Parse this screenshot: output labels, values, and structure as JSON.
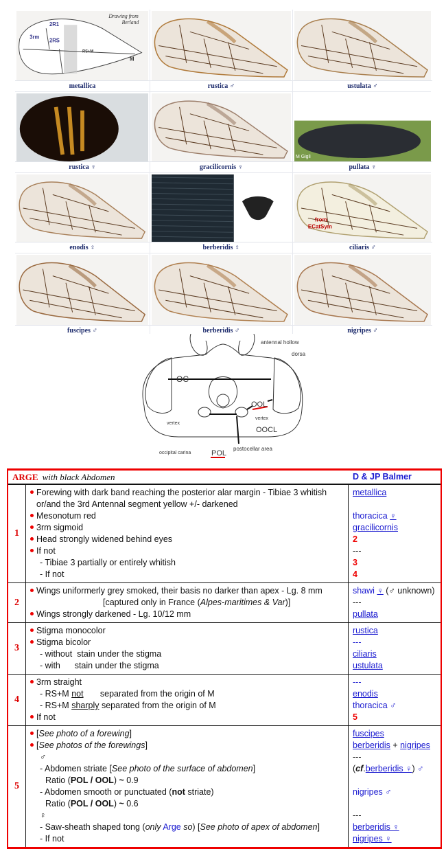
{
  "gallery": [
    {
      "caption": "metallica",
      "kind": "drawing",
      "labels": [
        "Drawing from",
        "Berland",
        "2R1",
        "3rm",
        "2RS",
        "RS+M",
        "M"
      ]
    },
    {
      "caption": "rustica ♂",
      "kind": "wing",
      "color": "#b07a3a"
    },
    {
      "caption": "ustulata ♂",
      "kind": "wing",
      "color": "#a87e4c"
    },
    {
      "caption": "rustica ♀",
      "kind": "abdomen"
    },
    {
      "caption": "gracilicornis ♀",
      "kind": "wing",
      "color": "#9c7e6a"
    },
    {
      "caption": "pullata ♀",
      "kind": "insect",
      "labels": [
        "M Gigli"
      ]
    },
    {
      "caption": "enodis ♀",
      "kind": "wing",
      "color": "#a8805a"
    },
    {
      "caption": "berberidis ♀",
      "kind": "abdomen2"
    },
    {
      "caption": "ciliaris ♂",
      "kind": "wing-pale",
      "labels": [
        "from",
        "ECatSym"
      ]
    },
    {
      "caption": "fuscipes ♂",
      "kind": "wing",
      "color": "#9a6a40"
    },
    {
      "caption": "berberidis ♂",
      "kind": "wing",
      "color": "#b08050"
    },
    {
      "caption": "nigripes ♂",
      "kind": "wing",
      "color": "#a87850"
    }
  ],
  "head_diagram": {
    "labels": [
      "antennal hollow",
      "dorsa",
      "OC",
      "OOL",
      "vertex",
      "vertex",
      "OOCL",
      "occipital carina",
      "postocellar area",
      "POL"
    ]
  },
  "table": {
    "title_genus": "ARGE",
    "title_rest": "with black Abdomen",
    "author": "D & JP Balmer",
    "rows": [
      {
        "num": "1",
        "desc": [
          {
            "b": 1,
            "s": [
              [
                "Forewing with dark band reaching the posterior alar margin - Tibiae 3 whitish",
                ""
              ]
            ]
          },
          {
            "p": 1,
            "s": [
              [
                "or/and the 3rd Antennal segment yellow +/- darkened",
                ""
              ]
            ]
          },
          {
            "b": 1,
            "s": [
              [
                "Mesonotum red",
                ""
              ]
            ]
          },
          {
            "b": 1,
            "s": [
              [
                "3rm sigmoid",
                ""
              ]
            ]
          },
          {
            "b": 1,
            "s": [
              [
                "Head strongly widened behind eyes",
                ""
              ]
            ]
          },
          {
            "b": 1,
            "s": [
              [
                "If not",
                ""
              ]
            ]
          },
          {
            "p": 2,
            "s": [
              [
                "- Tibiae 3 partially or entirely whitish",
                ""
              ]
            ]
          },
          {
            "p": 2,
            "s": [
              [
                "- If not",
                ""
              ]
            ]
          }
        ],
        "res": [
          [
            [
              "metallica",
              "link"
            ]
          ],
          [],
          [
            [
              "thoracica ",
              "blue"
            ],
            [
              "♀",
              "link"
            ]
          ],
          [
            [
              "gracilicornis",
              "link"
            ]
          ],
          [
            [
              "2",
              "rn"
            ]
          ],
          [
            [
              "---",
              ""
            ]
          ],
          [
            [
              "3",
              "rn"
            ]
          ],
          [
            [
              "4",
              "rn"
            ]
          ]
        ]
      },
      {
        "num": "2",
        "desc": [
          {
            "b": 1,
            "s": [
              [
                "Wings uniformerly grey smoked, their basis no darker than apex - Lg. 8 mm",
                ""
              ]
            ]
          },
          {
            "p": 3,
            "s": [
              [
                "[",
                ""
              ],
              [
                "captured only in France",
                ""
              ],
              [
                " (",
                ""
              ],
              [
                "Alpes-maritimes & Var",
                "i"
              ],
              [
                ")]",
                ""
              ]
            ]
          },
          {
            "b": 1,
            "s": [
              [
                "Wings strongly darkened - Lg. 10/12 mm",
                ""
              ]
            ]
          }
        ],
        "res": [
          [
            [
              "shawi ",
              "blue"
            ],
            [
              "♀",
              "link"
            ],
            [
              " (♂ unknown)",
              ""
            ]
          ],
          [
            [
              "---",
              ""
            ]
          ],
          [
            [
              "pullata",
              "link"
            ]
          ]
        ]
      },
      {
        "num": "3",
        "desc": [
          {
            "b": 1,
            "s": [
              [
                "Stigma monocolor",
                ""
              ]
            ]
          },
          {
            "b": 1,
            "s": [
              [
                "Stigma bicolor",
                ""
              ]
            ]
          },
          {
            "p": 2,
            "s": [
              [
                "- without  stain under the stigma",
                ""
              ]
            ]
          },
          {
            "p": 2,
            "s": [
              [
                "- with      stain under the stigma",
                ""
              ]
            ]
          }
        ],
        "res": [
          [
            [
              "rustica",
              "link"
            ]
          ],
          [
            [
              "---",
              "blue"
            ]
          ],
          [
            [
              "ciliaris",
              "link"
            ]
          ],
          [
            [
              "ustulata",
              "link"
            ]
          ]
        ]
      },
      {
        "num": "4",
        "desc": [
          {
            "b": 1,
            "s": [
              [
                "3rm straight",
                ""
              ]
            ]
          },
          {
            "p": 2,
            "s": [
              [
                "- RS+M ",
                ""
              ],
              [
                "not",
                "u"
              ],
              [
                "       separated from the origin of M",
                ""
              ]
            ]
          },
          {
            "p": 2,
            "s": [
              [
                "- RS+M ",
                ""
              ],
              [
                "sharply",
                "u"
              ],
              [
                " separated from the origin of M",
                ""
              ]
            ]
          },
          {
            "b": 1,
            "s": [
              [
                "If not",
                ""
              ]
            ]
          }
        ],
        "res": [
          [
            [
              "---",
              "blue"
            ]
          ],
          [
            [
              "enodis",
              "link"
            ]
          ],
          [
            [
              "thoracica ♂",
              "blue"
            ]
          ],
          [
            [
              "5",
              "rn"
            ]
          ]
        ]
      },
      {
        "num": "5",
        "desc": [
          {
            "b": 1,
            "s": [
              [
                "[",
                ""
              ],
              [
                "See photo of a forewing",
                "i"
              ],
              [
                "]",
                ""
              ]
            ]
          },
          {
            "b": 1,
            "s": [
              [
                "[",
                ""
              ],
              [
                "See photos of the forewings",
                "i"
              ],
              [
                "]",
                ""
              ]
            ]
          },
          {
            "p": 2,
            "s": [
              [
                "♂",
                ""
              ]
            ]
          },
          {
            "p": 2,
            "s": [
              [
                "- Abdomen striate [",
                ""
              ],
              [
                "See photo of the surface of abdomen",
                "i"
              ],
              [
                "]",
                ""
              ]
            ]
          },
          {
            "p": 4,
            "s": [
              [
                "Ratio (",
                ""
              ],
              [
                "POL / OOL",
                "b"
              ],
              [
                ") ",
                ""
              ],
              [
                "~",
                "b"
              ],
              [
                " 0.9",
                ""
              ]
            ]
          },
          {
            "p": 2,
            "s": [
              [
                "- Abdomen smooth or punctuated (",
                ""
              ],
              [
                "not",
                "b"
              ],
              [
                " striate)",
                ""
              ]
            ]
          },
          {
            "p": 4,
            "s": [
              [
                "Ratio (",
                ""
              ],
              [
                "POL / OOL",
                "b"
              ],
              [
                ") ",
                ""
              ],
              [
                "~",
                "b"
              ],
              [
                " 0.6",
                ""
              ]
            ]
          },
          {
            "p": 2,
            "s": [
              [
                "♀",
                ""
              ]
            ]
          },
          {
            "p": 2,
            "s": [
              [
                "- Saw-sheath shaped tong (",
                ""
              ],
              [
                "only",
                "i"
              ],
              [
                " ",
                ""
              ],
              [
                "Arge",
                "a"
              ],
              [
                " ",
                ""
              ],
              [
                "so",
                "i"
              ],
              [
                ") [",
                ""
              ],
              [
                "See photo of apex of abdomen",
                "i"
              ],
              [
                "]",
                ""
              ]
            ]
          },
          {
            "p": 2,
            "s": [
              [
                "- If not",
                ""
              ]
            ]
          }
        ],
        "res": [
          [
            [
              "fuscipes",
              "link"
            ]
          ],
          [
            [
              "berberidis",
              "link"
            ],
            [
              " + ",
              ""
            ],
            [
              "nigripes",
              "link"
            ]
          ],
          [
            [
              "---",
              ""
            ]
          ],
          [
            [
              "(",
              ""
            ],
            [
              "cf",
              "bi"
            ],
            [
              ".",
              ""
            ],
            [
              "berberidis ♀",
              "link"
            ],
            [
              ") ",
              ""
            ],
            [
              "♂",
              "blue"
            ]
          ],
          [],
          [
            [
              "nigripes ♂",
              "blue"
            ]
          ],
          [],
          [
            [
              "---",
              ""
            ]
          ],
          [
            [
              "berberidis ♀",
              "link"
            ]
          ],
          [
            [
              "nigripes ♀",
              "link"
            ]
          ]
        ]
      }
    ]
  }
}
